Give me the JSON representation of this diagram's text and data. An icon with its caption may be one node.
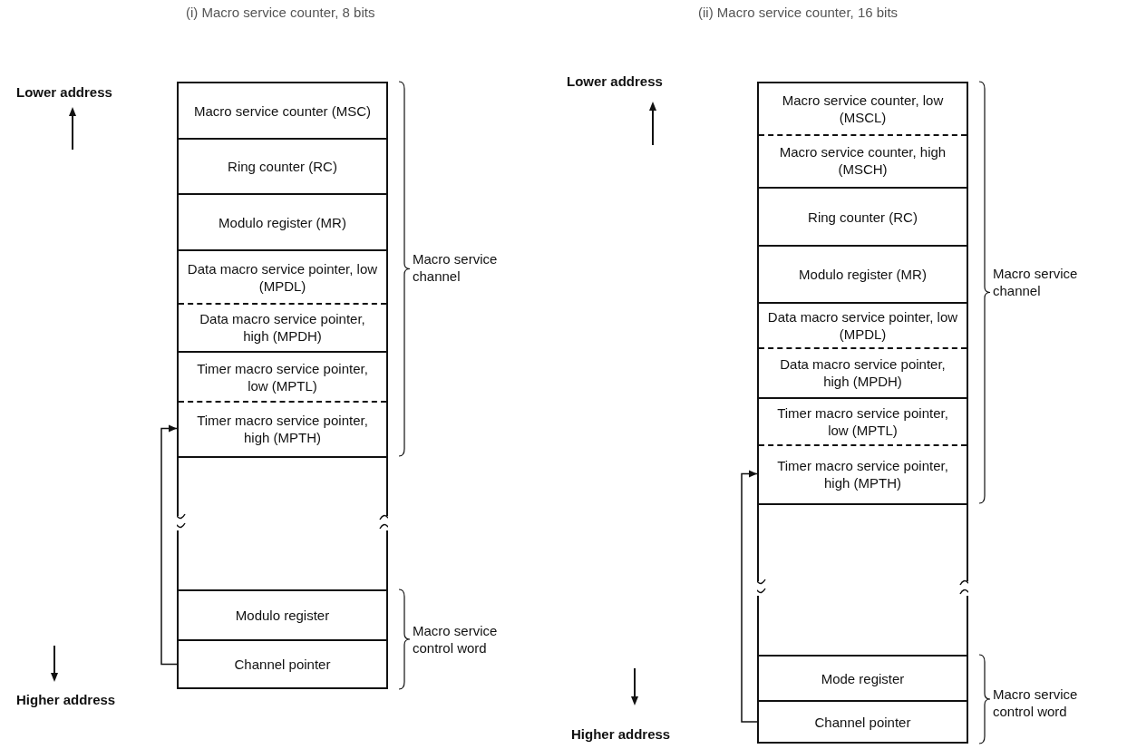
{
  "diagram": {
    "nodes": [
      {
        "text": [
          "Macro service counter (MSC)"
        ]
      },
      {
        "text": [
          "Ring counter (RC)"
        ]
      },
      {
        "text": [
          "Modulo register (MR)"
        ]
      },
      {
        "text": [
          "Data macro service pointer, low (MPDL)"
        ]
      },
      {
        "text": [
          "Data macro service pointer, high (MPDH)"
        ]
      },
      {
        "text": [
          "Timer macro service pointer, low (MPTL)"
        ]
      },
      {
        "text": [
          "Timer macro service pointer, high (MPTH)"
        ]
      },
      {
        "text": [],
        "shape": "box"
      },
      {
        "text": [
          "Modulo register"
        ]
      },
      {
        "text": [
          "Channel pointer"
        ]
      },
      {
        "text": [
          "Macro service counter, low (MSCL)"
        ]
      },
      {
        "text": [
          "Macro service counter, high (MSCH)"
        ]
      },
      {
        "text": [
          "Ring counter (RC)"
        ]
      },
      {
        "text": [
          "Modulo register (MR)"
        ]
      },
      {
        "text": [
          "Data macro service pointer, low (MPDL)"
        ]
      },
      {
        "text": [
          "Data macro service pointer, high (MPDH)"
        ]
      },
      {
        "text": [
          "Timer macro service pointer, low (MPTL)"
        ]
      },
      {
        "text": [
          "Timer macro service pointer, high (MPTH)"
        ]
      },
      {
        "text": [],
        "shape": "box"
      },
      {
        "text": [
          "Mode register"
        ]
      },
      {
        "text": [
          "Channel pointer"
        ]
      }
    ],
    "edges": [
      {
        "from": 9,
        "to": 6,
        "arrow": "to"
      },
      {
        "from": 20,
        "to": 17,
        "arrow": "to"
      }
    ],
    "labels": [
      "(i) Macro service counter, 8 bits",
      "(ii) Macro service counter, 16 bits",
      "Lower address",
      "Macro service channel",
      "Macro service control word",
      "Higher address",
      "Lower address",
      "Macro service channel",
      "Macro service control word",
      "Higher address"
    ]
  }
}
